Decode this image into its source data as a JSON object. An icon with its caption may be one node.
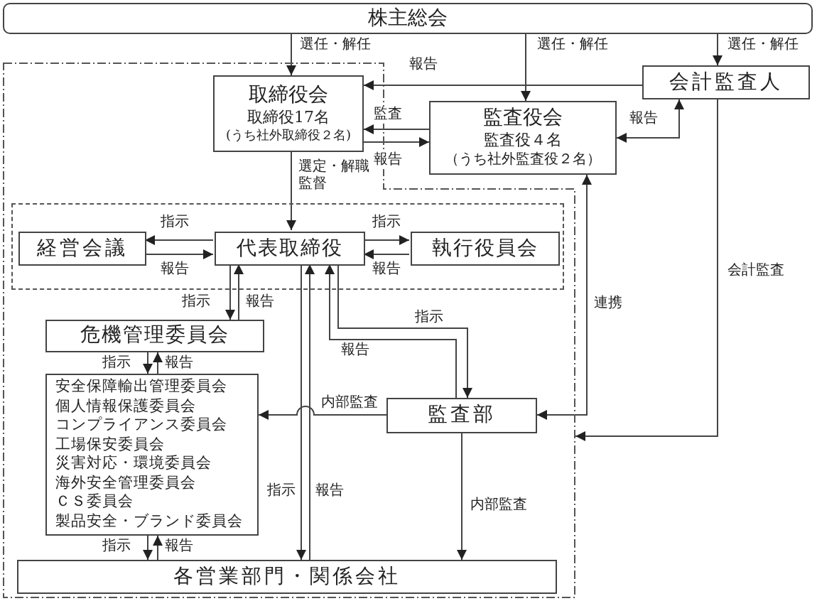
{
  "diagram": {
    "nodes": [
      {
        "text": [
          "株主総会"
        ]
      },
      {
        "text": [],
        "shape": "box"
      },
      {
        "text": [
          "取締役会",
          "取締役17名",
          "(うち社外取締役２名)"
        ],
        "in": 1
      },
      {
        "text": [
          "監査役会",
          "監査役４名",
          "（うち社外監査役２名）"
        ]
      },
      {
        "text": [
          "会計監査人"
        ]
      },
      {
        "text": [],
        "shape": "box",
        "in": 1
      },
      {
        "text": [
          "経営会議"
        ],
        "in": 5
      },
      {
        "text": [
          "代表取締役"
        ],
        "in": 5
      },
      {
        "text": [
          "執行役員会"
        ],
        "in": 5
      },
      {
        "text": [
          "危機管理委員会"
        ],
        "in": 1
      },
      {
        "text": [
          "安全保障輸出管理委員会",
          "個人情報保護委員会",
          "コンプライアンス委員会",
          "工場保安委員会",
          "災害対応・環境委員会",
          "海外安全管理委員会",
          "ＣＳ委員会",
          "製品安全・ブランド委員会"
        ],
        "in": 1
      },
      {
        "text": [
          "監査部"
        ],
        "in": 1
      },
      {
        "text": [
          "各営業部門・関係会社"
        ],
        "in": 1
      }
    ],
    "edges": [
      {
        "from": 0,
        "to": 2,
        "arrow": "to",
        "label": "選任・解任"
      },
      {
        "from": 0,
        "to": 3,
        "arrow": "to",
        "label": "選任・解任"
      },
      {
        "from": 0,
        "to": 4,
        "arrow": "to",
        "label": "選任・解任"
      },
      {
        "from": 4,
        "to": 2,
        "arrow": "to",
        "label": "報告"
      },
      {
        "from": 3,
        "to": 2,
        "arrow": "to",
        "label": "監査"
      },
      {
        "from": 2,
        "to": 3,
        "arrow": "to",
        "label": "報告"
      },
      {
        "from": 2,
        "to": 7,
        "arrow": "to",
        "label": "選定・解職監督"
      },
      {
        "from": 7,
        "to": 6,
        "arrow": "to",
        "label": "指示"
      },
      {
        "from": 6,
        "to": 7,
        "arrow": "to",
        "label": "報告"
      },
      {
        "from": 7,
        "to": 8,
        "arrow": "to",
        "label": "指示"
      },
      {
        "from": 8,
        "to": 7,
        "arrow": "to",
        "label": "報告"
      },
      {
        "from": 4,
        "to": 3,
        "arrow": "both",
        "label": "報告"
      },
      {
        "from": 7,
        "to": 9,
        "arrow": "to",
        "label": "指示"
      },
      {
        "from": 9,
        "to": 7,
        "arrow": "to",
        "label": "報告"
      },
      {
        "from": 9,
        "to": 10,
        "arrow": "to",
        "label": "指示"
      },
      {
        "from": 10,
        "to": 9,
        "arrow": "to",
        "label": "報告"
      },
      {
        "from": 10,
        "to": 12,
        "arrow": "to",
        "label": "指示"
      },
      {
        "from": 12,
        "to": 10,
        "arrow": "to",
        "label": "報告"
      },
      {
        "from": 7,
        "to": 12,
        "arrow": "to",
        "label": "指示"
      },
      {
        "from": 12,
        "to": 7,
        "arrow": "to",
        "label": "報告"
      },
      {
        "from": 7,
        "to": 11,
        "arrow": "to",
        "label": "指示"
      },
      {
        "from": 11,
        "to": 7,
        "arrow": "to",
        "label": "報告"
      },
      {
        "from": 11,
        "to": 10,
        "arrow": "to",
        "label": "内部監査"
      },
      {
        "from": 11,
        "to": 12,
        "arrow": "to",
        "label": "内部監査"
      },
      {
        "from": 3,
        "to": 11,
        "arrow": "both",
        "label": "連携"
      },
      {
        "from": 4,
        "to": 1,
        "arrow": "to",
        "label": "会計監査"
      }
    ]
  }
}
